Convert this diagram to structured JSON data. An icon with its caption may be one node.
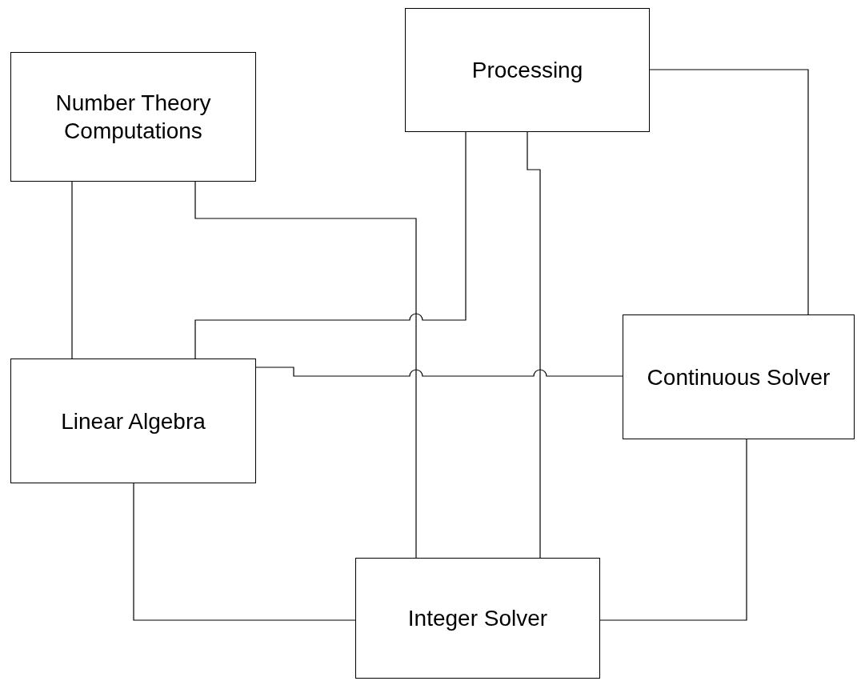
{
  "diagram": {
    "nodes": [
      {
        "text": [
          "Number Theory Computations"
        ]
      },
      {
        "text": [
          "Processing"
        ]
      },
      {
        "text": [
          "Linear Algebra"
        ]
      },
      {
        "text": [
          "Continuous Solver"
        ]
      },
      {
        "text": [
          "Integer Solver"
        ]
      }
    ],
    "edges": [
      {
        "from": 0,
        "to": 2,
        "arrow": "none"
      },
      {
        "from": 0,
        "to": 4,
        "arrow": "none"
      },
      {
        "from": 1,
        "to": 2,
        "arrow": "none"
      },
      {
        "from": 1,
        "to": 4,
        "arrow": "none"
      },
      {
        "from": 1,
        "to": 3,
        "arrow": "none"
      },
      {
        "from": 2,
        "to": 3,
        "arrow": "none"
      },
      {
        "from": 2,
        "to": 4,
        "arrow": "none"
      },
      {
        "from": 4,
        "to": 3,
        "arrow": "none"
      }
    ]
  }
}
